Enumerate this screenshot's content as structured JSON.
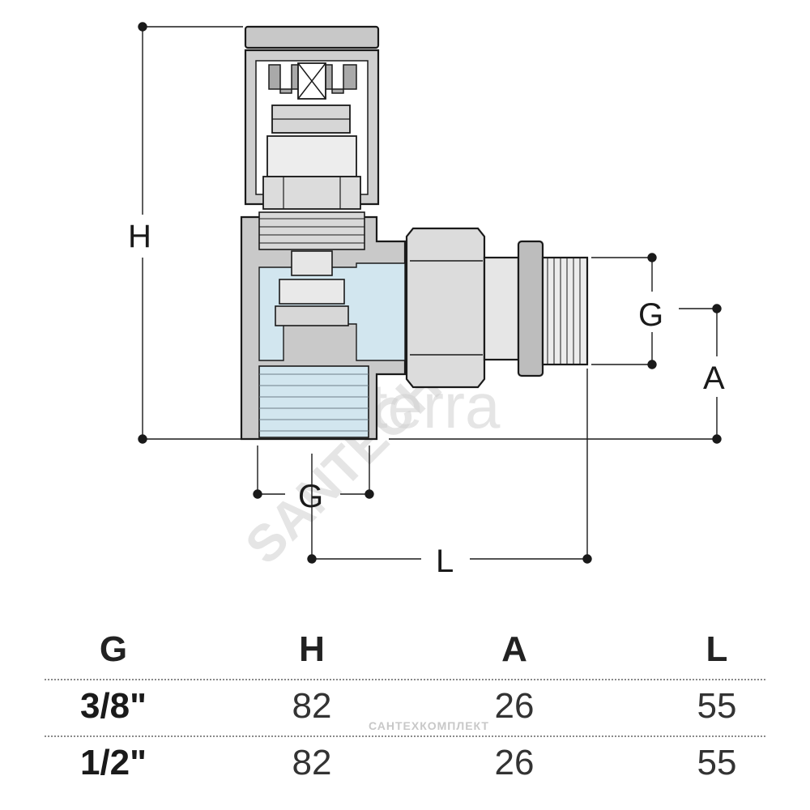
{
  "diagram": {
    "labels": {
      "height": "H",
      "angle_offset": "A",
      "thread_top": "G",
      "thread_bottom": "G",
      "length": "L"
    },
    "watermark": "Valterra",
    "watermark_diagonal": "SANTECH.RU"
  },
  "table": {
    "headers": [
      "G",
      "H",
      "A",
      "L"
    ],
    "rows": [
      {
        "g": "3/8\"",
        "h": "82",
        "a": "26",
        "l": "55"
      },
      {
        "g": "1/2\"",
        "h": "82",
        "a": "26",
        "l": "55"
      }
    ],
    "watermark": "САНТЕХКОМПЛЕКТ"
  },
  "colors": {
    "body": "#c9c9c9",
    "body_dark": "#a8a8a8",
    "water": "#d2e6ef",
    "outline": "#1a1a1a"
  }
}
